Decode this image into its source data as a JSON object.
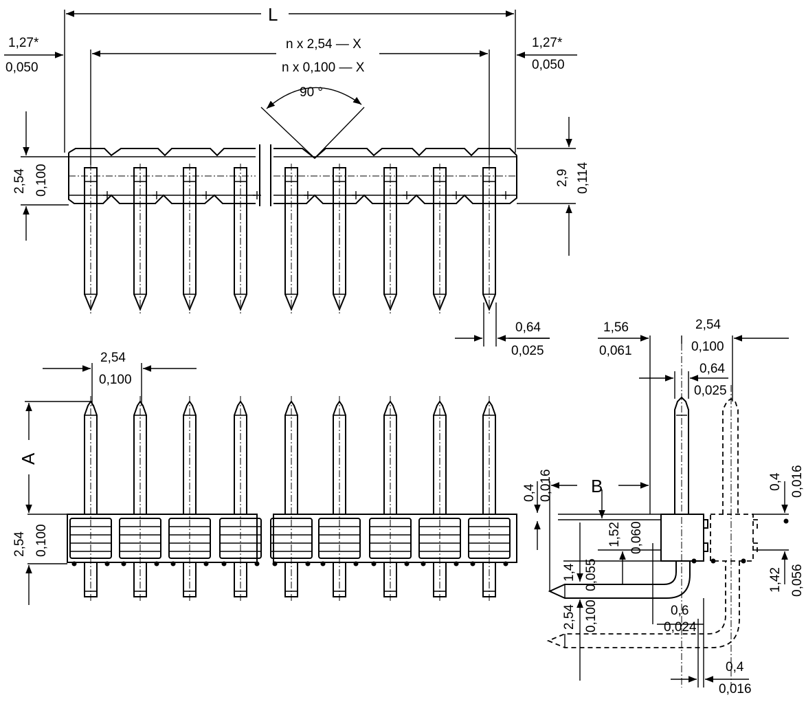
{
  "top_view": {
    "dim_overall": "L",
    "dim_pitch_mm": "n x 2,54 — X",
    "dim_pitch_in": "n x 0,100 — X",
    "dim_angle": "90 °",
    "left_offset_mm": "1,27*",
    "left_offset_in": "0,050",
    "right_offset_mm": "1,27*",
    "right_offset_in": "0,050",
    "body_height_mm": "2,54",
    "body_height_in": "0,100",
    "body_height2_mm": "2,9",
    "body_height2_in": "0,114",
    "pin_width_mm": "0,64",
    "pin_width_in": "0,025"
  },
  "front_view": {
    "pitch_mm": "2,54",
    "pitch_in": "0,100",
    "pin_length": "A",
    "body_height_mm": "2,54",
    "body_height_in": "0,100"
  },
  "side_view": {
    "dim_b": "B",
    "offset_mm": "1,56",
    "offset_in": "0,061",
    "pitch_mm": "2,54",
    "pitch_in": "0,100",
    "pin_mm": "0,64",
    "pin_in": "0,025",
    "gap_left_mm": "0,4",
    "gap_left_in": "0,016",
    "gap_right_mm": "0,4",
    "gap_right_in": "0,016",
    "h1_mm": "1,52",
    "h1_in": "0,060",
    "h2_mm": "1,4",
    "h2_in": "0,055",
    "h3_mm": "2,54",
    "h3_in": "0,100",
    "bend_mm": "0,6",
    "bend_in": "0,024",
    "h4_mm": "1,42",
    "h4_in": "0,056",
    "bottom_mm": "0,4",
    "bottom_in": "0,016"
  }
}
